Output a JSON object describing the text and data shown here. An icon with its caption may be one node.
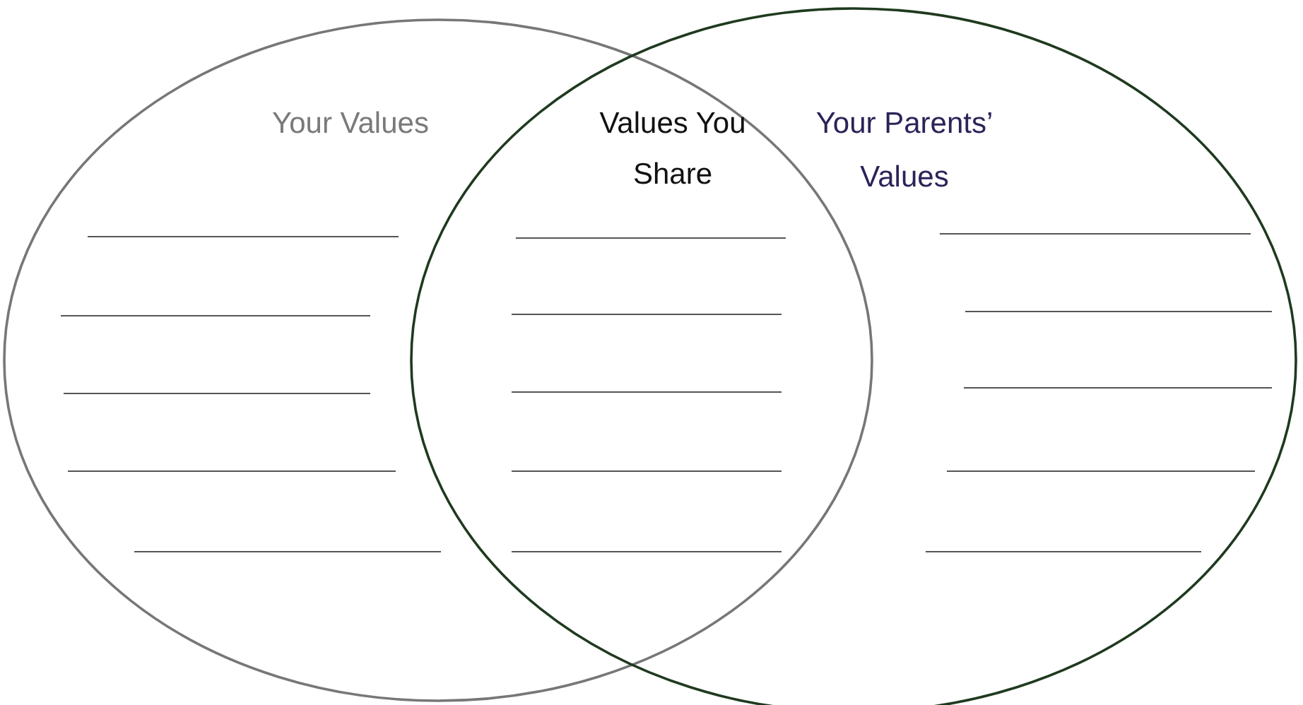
{
  "diagram": {
    "nodes": [
      {
        "text": [
          "Your Values"
        ]
      },
      {
        "text": [
          "Your Parents’ Values"
        ]
      }
    ],
    "labels": [
      "Values You Share"
    ]
  }
}
